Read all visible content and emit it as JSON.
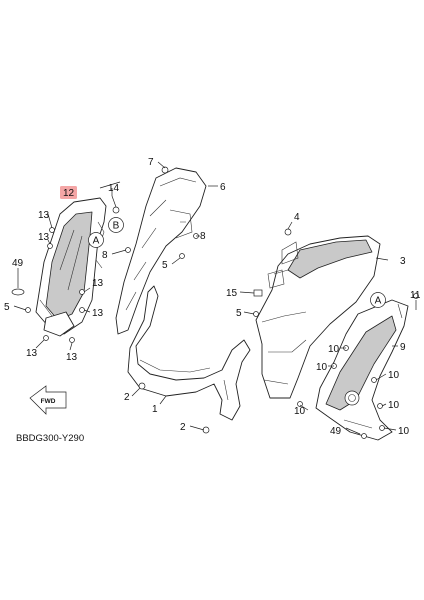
{
  "diagram": {
    "callouts": {
      "c1": "1",
      "c2a": "2",
      "c2b": "2",
      "c3": "3",
      "c4": "4",
      "c5a": "5",
      "c5b": "5",
      "c6": "6",
      "c7": "7",
      "c8a": "8",
      "c8b": "8",
      "c9": "9",
      "c10a": "10",
      "c10b": "10",
      "c10c": "10",
      "c10d": "10",
      "c10e": "10",
      "c10f": "10",
      "c11": "11",
      "c12": "12",
      "c13a": "13",
      "c13b": "13",
      "c13c": "13",
      "c13d": "13",
      "c13e": "13",
      "c14": "14",
      "c15": "15",
      "c49a": "49",
      "c49b": "49"
    },
    "ref_a_left": "A",
    "ref_a_right": "A",
    "ref_b": "B",
    "fwd_label": "FWD",
    "diagram_code": "BBDG300-Y290",
    "highlight_color": "#f4a6a6",
    "part_shade_color": "#c9c9c9"
  }
}
